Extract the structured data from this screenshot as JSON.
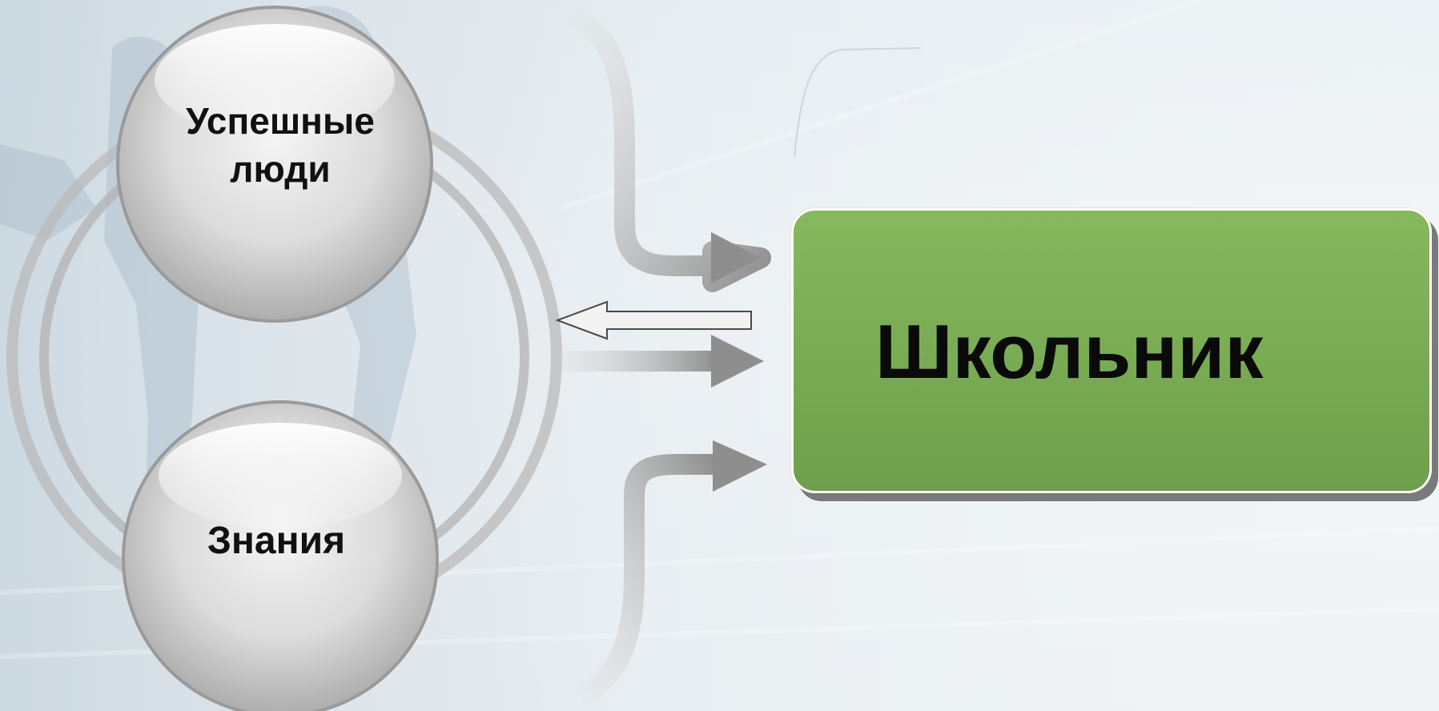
{
  "diagram": {
    "top_node": {
      "label_line1": "Успешные",
      "label_line2": "люди"
    },
    "bottom_node": {
      "label": "Знания"
    },
    "target_node": {
      "label": "Школьник"
    }
  },
  "colors": {
    "target_fill": "#7cad55",
    "sphere_fill": "#d6d6d6",
    "arrow_fill": "#9a9a9a"
  }
}
